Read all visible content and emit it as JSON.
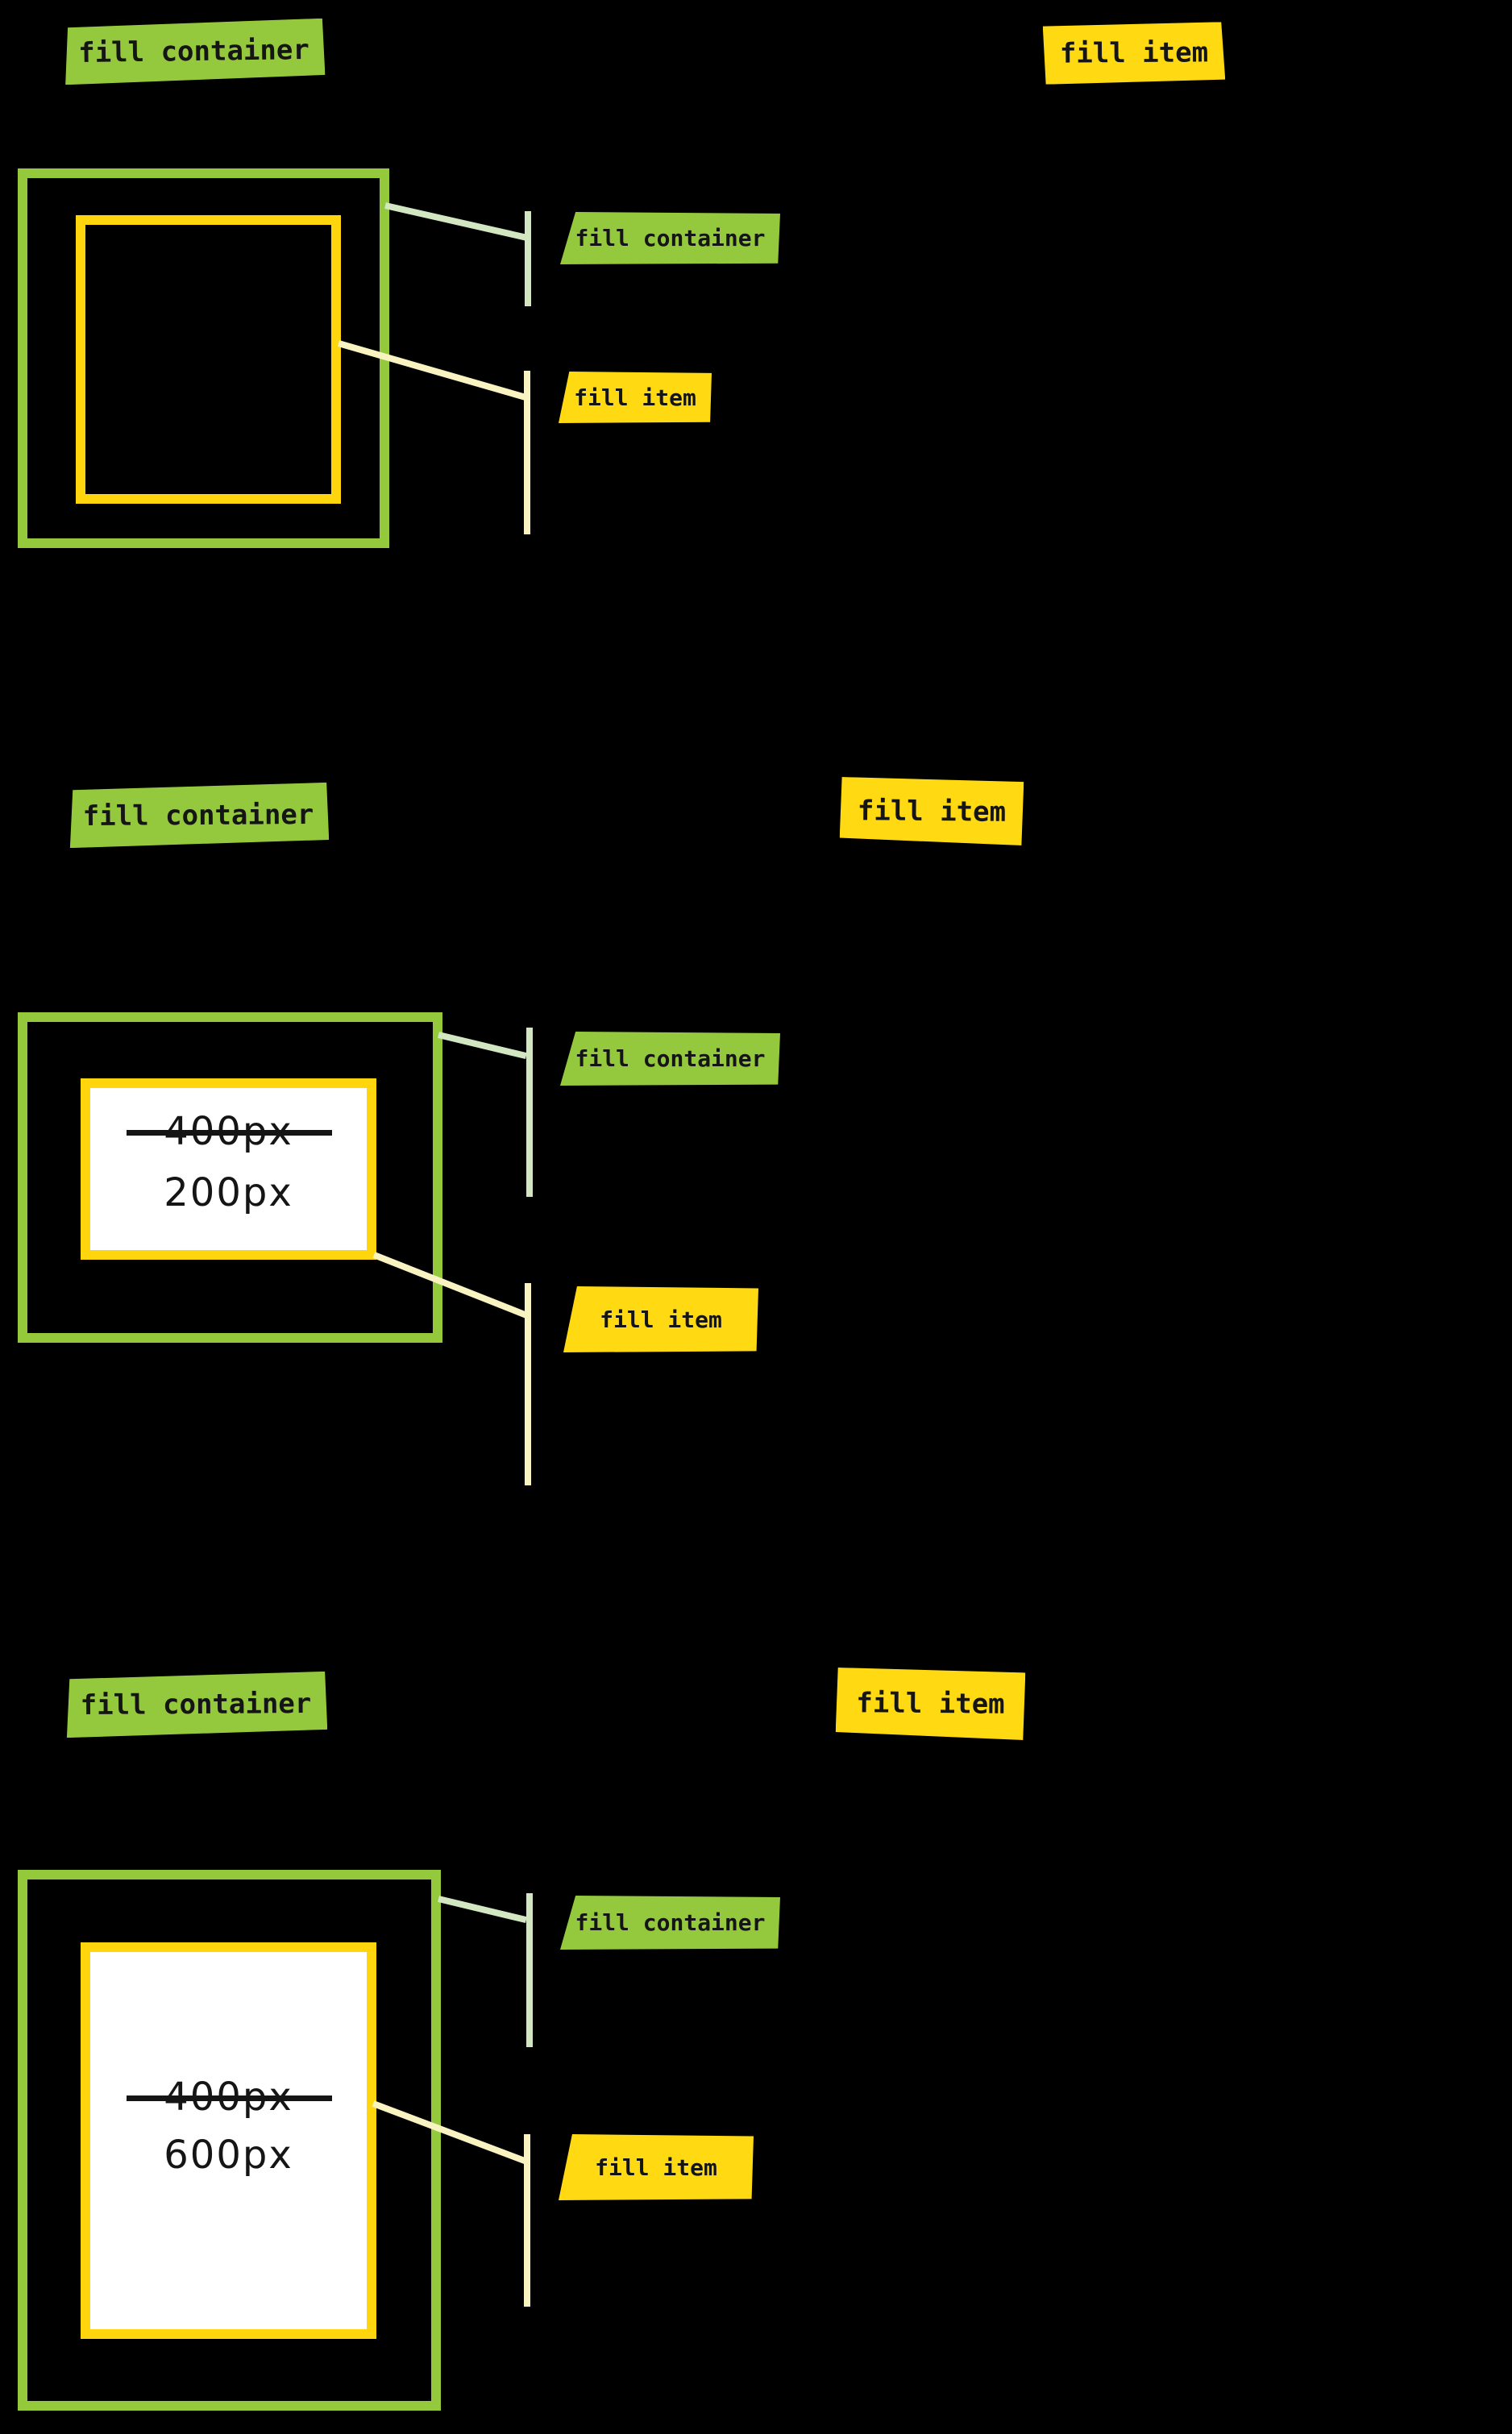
{
  "colors": {
    "background": "#000000",
    "container_green": "#94C93C",
    "item_yellow": "#FFD60E",
    "tag_green": "#95C93D",
    "tag_yellow": "#FFD912",
    "callout_line_green": "#D2E6C2",
    "callout_line_yellow": "#F9F3C2",
    "item_fill_white": "#FFFFFF",
    "text_black": "#151515"
  },
  "sections": [
    {
      "header": {
        "container": "fill container",
        "item": "fill item"
      },
      "callouts": {
        "container": "fill container",
        "item": "fill item"
      },
      "item_box": {
        "fill": "none",
        "size_labels": []
      }
    },
    {
      "header": {
        "container": "fill container",
        "item": "fill item"
      },
      "callouts": {
        "container": "fill container",
        "item": "fill item"
      },
      "item_box": {
        "fill": "white",
        "size_labels": [
          {
            "text": "400px",
            "struck": true
          },
          {
            "text": "200px",
            "struck": false
          }
        ]
      }
    },
    {
      "header": {
        "container": "fill container",
        "item": "fill item"
      },
      "callouts": {
        "container": "fill container",
        "item": "fill item"
      },
      "item_box": {
        "fill": "white",
        "size_labels": [
          {
            "text": "400px",
            "struck": true
          },
          {
            "text": "600px",
            "struck": false
          }
        ]
      }
    }
  ]
}
